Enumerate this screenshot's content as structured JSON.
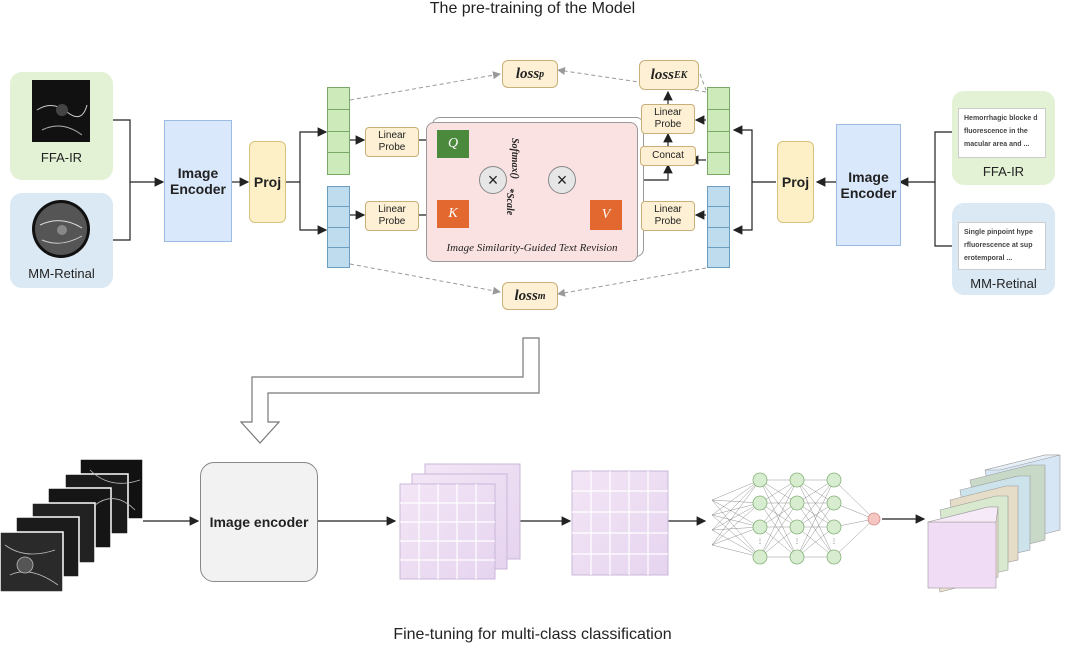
{
  "titles": {
    "top": "The pre-training of the Model",
    "bottom": "Fine-tuning for multi-class classification"
  },
  "left_inputs": {
    "ffa_ir": "FFA-IR",
    "mm_retinal": "MM-Retinal"
  },
  "right_inputs": {
    "ffa_ir": "FFA-IR",
    "mm_retinal": "MM-Retinal",
    "ffa_text": "Hemorrhagic blocke d fluorescence in the macular area and ...",
    "mm_text": "Single pinpoint hype rfluorescence at sup erotemporal ..."
  },
  "blocks": {
    "image_encoder": "Image Encoder",
    "proj": "Proj",
    "linear_probe": "Linear Probe",
    "concat": "Concat",
    "q": "Q",
    "k": "K",
    "v": "V",
    "times": "×",
    "softmax": "Softmax()",
    "scale": "*Scale",
    "revision_label": "Image Similarity-Guided  Text Revision"
  },
  "losses": {
    "loss_p": "loss",
    "loss_p_sub": "p",
    "loss_ek": "loss",
    "loss_ek_sub": "EK",
    "loss_m": "loss",
    "loss_m_sub": "m"
  },
  "finetune": {
    "image_encoder": "Image encoder"
  },
  "colors": {
    "green_fill": "#e3f1d5",
    "blue_fill": "#dbe9f5",
    "encoder_fill": "#d9e8fb",
    "proj_fill": "#fdf0c7",
    "q_fill": "#4b8a3c",
    "k_fill": "#e2682f",
    "revision_fill": "#fbe2e2"
  }
}
